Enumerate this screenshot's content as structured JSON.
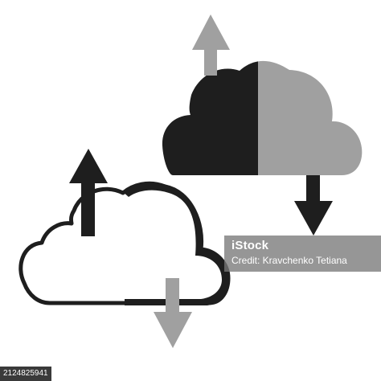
{
  "illustration": {
    "colors": {
      "dark": "#1e1e1e",
      "gray": "#a0a0a0",
      "outline": "#1e1e1e",
      "background": "#ffffff"
    },
    "icons": [
      "upload-arrow-icon",
      "download-arrow-icon",
      "cloud-icon"
    ]
  },
  "watermark": {
    "logo": "iStock",
    "credit": "Credit: Kravchenko Tetiana"
  },
  "image_id": "2124825941"
}
